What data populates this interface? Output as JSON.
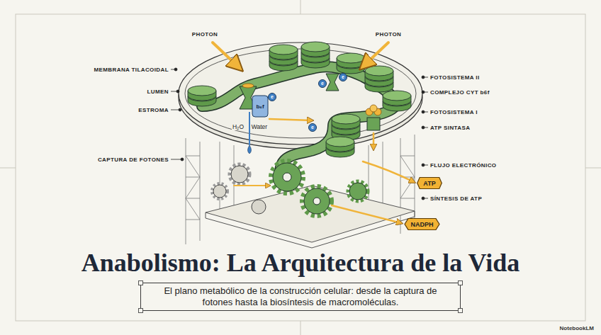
{
  "diagram": {
    "title": "Anabolismo: La Arquitectura de la Vida",
    "caption": "El plano metabólico de la construcción celular: desde la captura de fotones hasta la biosíntesis de macromoléculas.",
    "nodes": [
      {
        "text": [
          "ATP"
        ]
      },
      {
        "text": [
          "NADPH"
        ]
      }
    ],
    "labels": [
      "PHOTON",
      "PHOTON",
      "MEMBRANA TILACOIDAL",
      "LUMEN",
      "ESTROMA",
      "CAPTURA DE FOTONES",
      "FOTOSISTEMA II",
      "COMPLEJO CYT b6f",
      "FOTOSISTEMA I",
      "ATP SINTASA",
      "FLUJO ELECTRÓNICO",
      "SÍNTESIS DE ATP",
      "H₂O",
      "Water",
      "b₆f",
      "e",
      "e",
      "e",
      "e",
      "NotebookLM"
    ]
  }
}
